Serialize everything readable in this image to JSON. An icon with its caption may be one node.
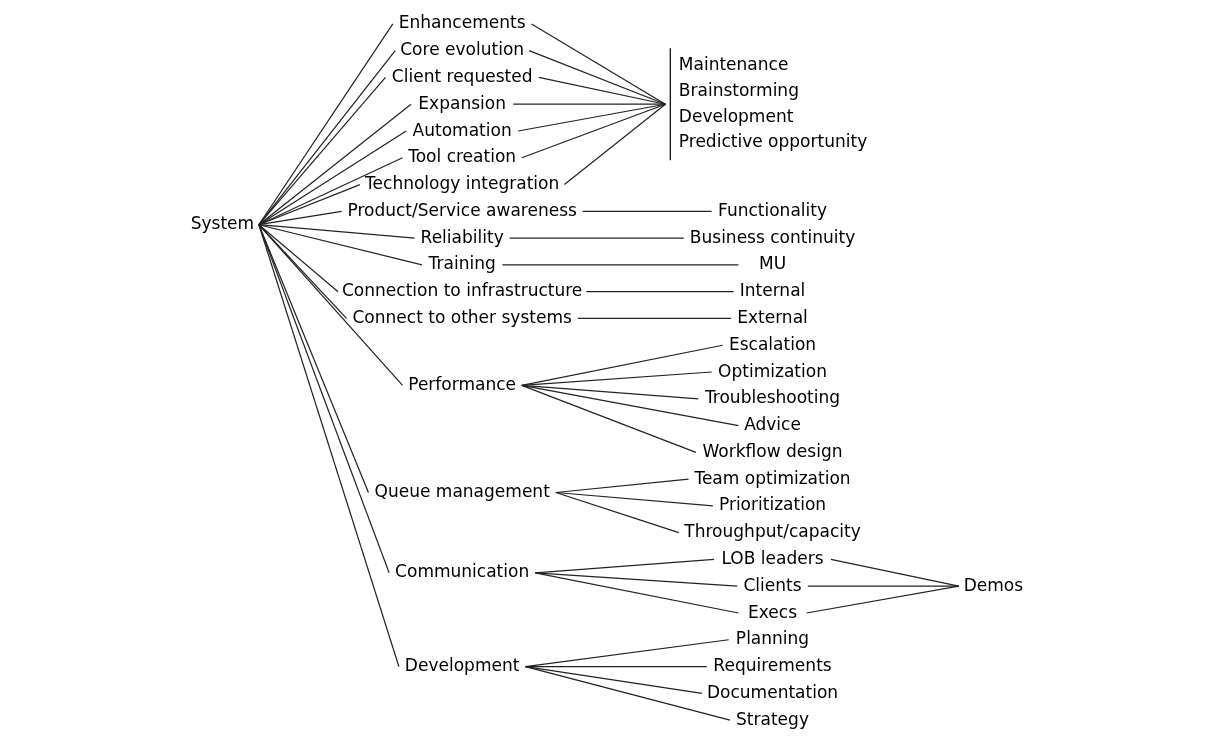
{
  "diagram": {
    "nodes": [
      {
        "text": [
          "System"
        ]
      },
      {
        "text": [
          "Enhancements"
        ]
      },
      {
        "text": [
          "Core evolution"
        ]
      },
      {
        "text": [
          "Client requested"
        ]
      },
      {
        "text": [
          "Expansion"
        ]
      },
      {
        "text": [
          "Automation"
        ]
      },
      {
        "text": [
          "Tool creation"
        ]
      },
      {
        "text": [
          "Technology integration"
        ]
      },
      {
        "text": [
          "Maintenance",
          "Brainstorming",
          "Development",
          "Predictive opportunity"
        ]
      },
      {
        "text": [
          "Product/Service awareness"
        ]
      },
      {
        "text": [
          "Functionality"
        ]
      },
      {
        "text": [
          "Reliability"
        ]
      },
      {
        "text": [
          "Business continuity"
        ]
      },
      {
        "text": [
          "Training"
        ]
      },
      {
        "text": [
          "MU"
        ]
      },
      {
        "text": [
          "Connection to infrastructure"
        ]
      },
      {
        "text": [
          "Internal"
        ]
      },
      {
        "text": [
          "Connect to other systems"
        ]
      },
      {
        "text": [
          "External"
        ]
      },
      {
        "text": [
          "Performance"
        ]
      },
      {
        "text": [
          "Escalation"
        ]
      },
      {
        "text": [
          "Optimization"
        ]
      },
      {
        "text": [
          "Troubleshooting"
        ]
      },
      {
        "text": [
          "Advice"
        ]
      },
      {
        "text": [
          "Workflow design"
        ]
      },
      {
        "text": [
          "Queue management"
        ]
      },
      {
        "text": [
          "Team optimization"
        ]
      },
      {
        "text": [
          "Prioritization"
        ]
      },
      {
        "text": [
          "Throughput/capacity"
        ]
      },
      {
        "text": [
          "Communication"
        ]
      },
      {
        "text": [
          "LOB leaders"
        ]
      },
      {
        "text": [
          "Clients"
        ]
      },
      {
        "text": [
          "Execs"
        ]
      },
      {
        "text": [
          "Demos"
        ]
      },
      {
        "text": [
          "Development"
        ]
      },
      {
        "text": [
          "Planning"
        ]
      },
      {
        "text": [
          "Requirements"
        ]
      },
      {
        "text": [
          "Documentation"
        ]
      },
      {
        "text": [
          "Strategy"
        ]
      }
    ],
    "edges": [
      {
        "from": 0,
        "to": 1,
        "arrow": "none"
      },
      {
        "from": 0,
        "to": 2,
        "arrow": "none"
      },
      {
        "from": 0,
        "to": 3,
        "arrow": "none"
      },
      {
        "from": 0,
        "to": 4,
        "arrow": "none"
      },
      {
        "from": 0,
        "to": 5,
        "arrow": "none"
      },
      {
        "from": 0,
        "to": 6,
        "arrow": "none"
      },
      {
        "from": 0,
        "to": 7,
        "arrow": "none"
      },
      {
        "from": 1,
        "to": 8,
        "arrow": "none"
      },
      {
        "from": 2,
        "to": 8,
        "arrow": "none"
      },
      {
        "from": 3,
        "to": 8,
        "arrow": "none"
      },
      {
        "from": 4,
        "to": 8,
        "arrow": "none"
      },
      {
        "from": 5,
        "to": 8,
        "arrow": "none"
      },
      {
        "from": 6,
        "to": 8,
        "arrow": "none"
      },
      {
        "from": 7,
        "to": 8,
        "arrow": "none"
      },
      {
        "from": 0,
        "to": 9,
        "arrow": "none"
      },
      {
        "from": 9,
        "to": 10,
        "arrow": "none"
      },
      {
        "from": 0,
        "to": 11,
        "arrow": "none"
      },
      {
        "from": 11,
        "to": 12,
        "arrow": "none"
      },
      {
        "from": 0,
        "to": 13,
        "arrow": "none"
      },
      {
        "from": 13,
        "to": 14,
        "arrow": "none"
      },
      {
        "from": 0,
        "to": 15,
        "arrow": "none"
      },
      {
        "from": 15,
        "to": 16,
        "arrow": "none"
      },
      {
        "from": 0,
        "to": 17,
        "arrow": "none"
      },
      {
        "from": 17,
        "to": 18,
        "arrow": "none"
      },
      {
        "from": 0,
        "to": 19,
        "arrow": "none"
      },
      {
        "from": 19,
        "to": 20,
        "arrow": "none"
      },
      {
        "from": 19,
        "to": 21,
        "arrow": "none"
      },
      {
        "from": 19,
        "to": 22,
        "arrow": "none"
      },
      {
        "from": 19,
        "to": 23,
        "arrow": "none"
      },
      {
        "from": 19,
        "to": 24,
        "arrow": "none"
      },
      {
        "from": 0,
        "to": 25,
        "arrow": "none"
      },
      {
        "from": 25,
        "to": 26,
        "arrow": "none"
      },
      {
        "from": 25,
        "to": 27,
        "arrow": "none"
      },
      {
        "from": 25,
        "to": 28,
        "arrow": "none"
      },
      {
        "from": 0,
        "to": 29,
        "arrow": "none"
      },
      {
        "from": 29,
        "to": 30,
        "arrow": "none"
      },
      {
        "from": 29,
        "to": 31,
        "arrow": "none"
      },
      {
        "from": 29,
        "to": 32,
        "arrow": "none"
      },
      {
        "from": 30,
        "to": 33,
        "arrow": "none"
      },
      {
        "from": 31,
        "to": 33,
        "arrow": "none"
      },
      {
        "from": 32,
        "to": 33,
        "arrow": "none"
      },
      {
        "from": 0,
        "to": 34,
        "arrow": "none"
      },
      {
        "from": 34,
        "to": 35,
        "arrow": "none"
      },
      {
        "from": 34,
        "to": 36,
        "arrow": "none"
      },
      {
        "from": 34,
        "to": 37,
        "arrow": "none"
      },
      {
        "from": 34,
        "to": 38,
        "arrow": "none"
      }
    ]
  }
}
